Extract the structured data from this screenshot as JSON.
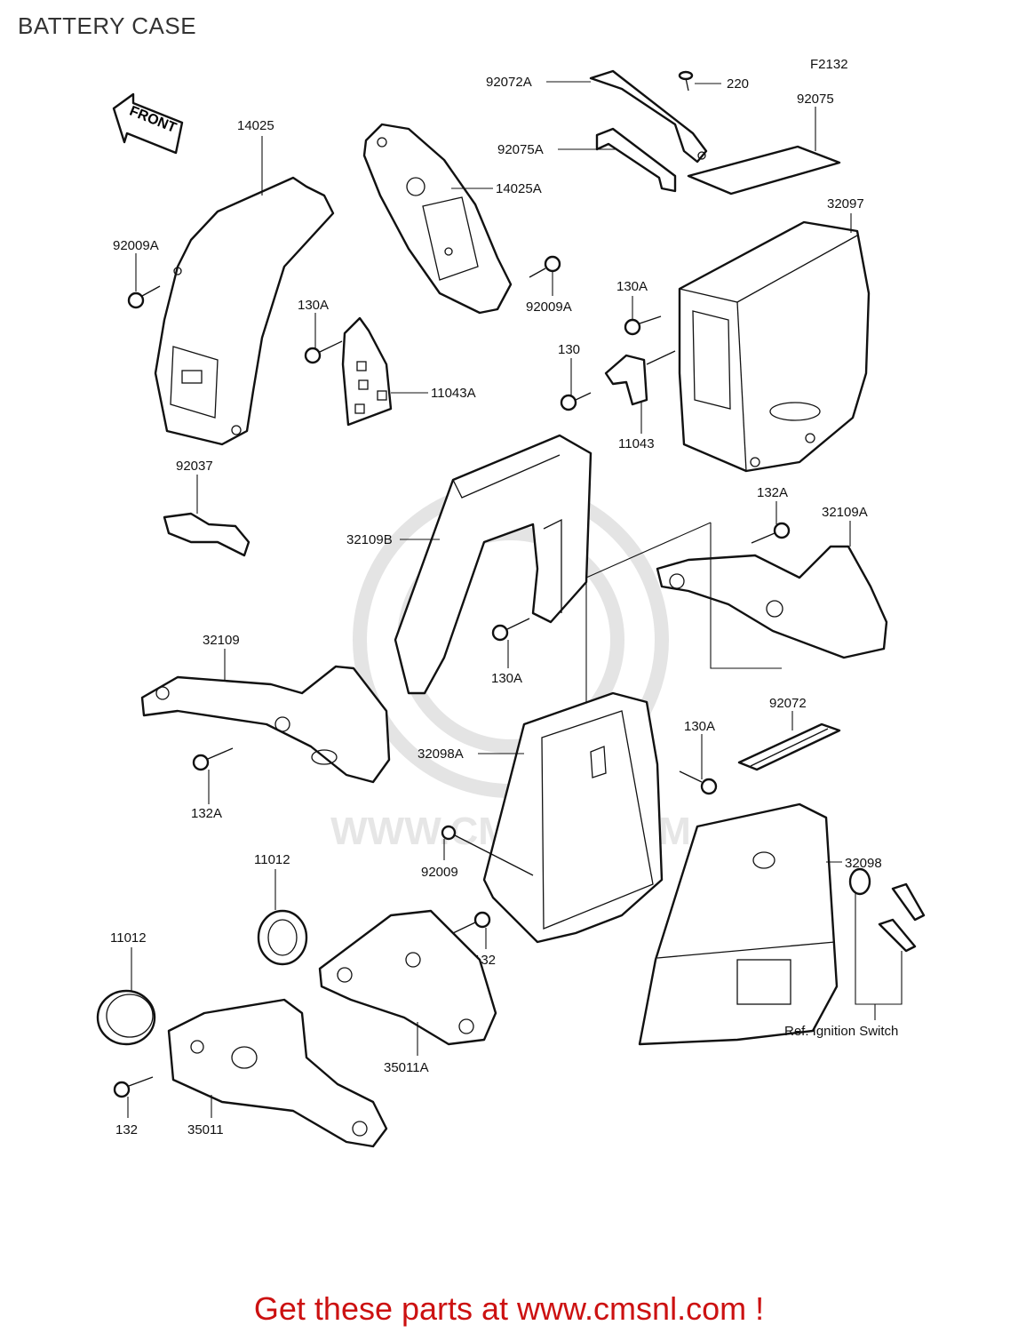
{
  "title": "BATTERY CASE",
  "figure_code": "F2132",
  "front_arrow_label": "FRONT",
  "watermark": "WWW.CMSNL.COM",
  "footer": "Get these parts at www.cmsnl.com !",
  "callouts": {
    "c92072A": "92072A",
    "c220": "220",
    "c92075": "92075",
    "c92075A": "92075A",
    "c14025": "14025",
    "c14025A": "14025A",
    "c92009A_l": "92009A",
    "c92009A_r": "92009A",
    "c32097": "32097",
    "c130A_1": "130A",
    "c130A_2": "130A",
    "c130A_3": "130A",
    "c130A_4": "130A",
    "c11043A": "11043A",
    "c130": "130",
    "c11043": "11043",
    "c92037": "92037",
    "c132A_1": "132A",
    "c132A_2": "132A",
    "c32109A": "32109A",
    "c32109B": "32109B",
    "c32109": "32109",
    "c92072": "92072",
    "c32098A": "32098A",
    "c92009": "92009",
    "c11012_1": "11012",
    "c11012_2": "11012",
    "c32098": "32098",
    "c132_1": "132",
    "c132_2": "132",
    "c35011A": "35011A",
    "c35011": "35011",
    "ref_ignition": "Ref. Ignition Switch"
  }
}
